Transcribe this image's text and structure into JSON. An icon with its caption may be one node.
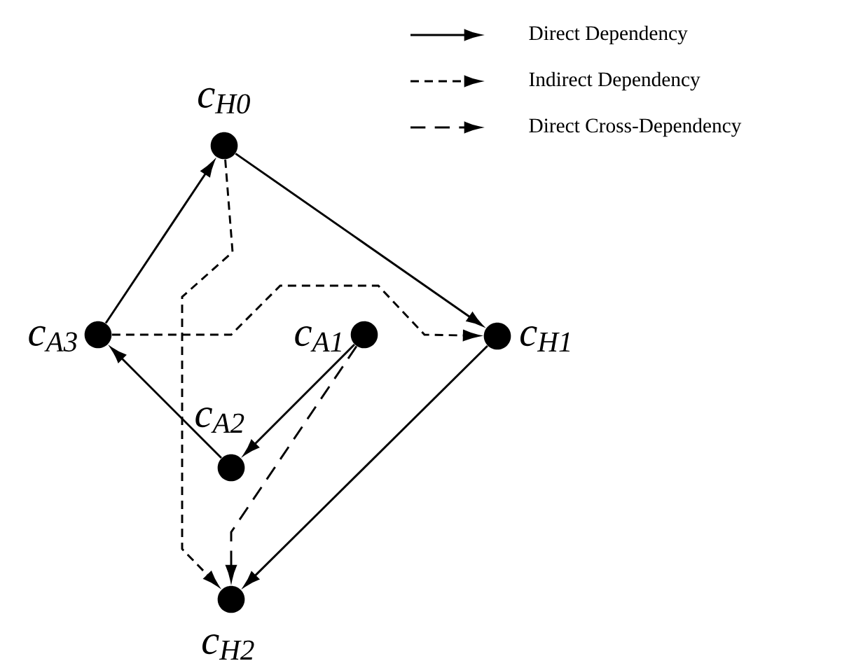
{
  "diagram": {
    "nodes": [
      {
        "text": [],
        "shape": "circle",
        "beside": [
          "c$_{H0}$"
        ]
      },
      {
        "text": [],
        "shape": "circle",
        "beside": [
          "c$_{A3}$"
        ]
      },
      {
        "text": [],
        "shape": "circle",
        "beside": [
          "c$_{A1}$"
        ]
      },
      {
        "text": [],
        "shape": "circle",
        "beside": [
          "c$_{H1}$"
        ]
      },
      {
        "text": [],
        "shape": "circle",
        "beside": [
          "c$_{A2}$"
        ]
      },
      {
        "text": [],
        "shape": "circle",
        "beside": [
          "c$_{H2}$"
        ]
      }
    ],
    "edges": [
      {
        "from": 1,
        "to": 0,
        "arrow": "to"
      },
      {
        "from": 0,
        "to": 3,
        "arrow": "to"
      },
      {
        "from": 3,
        "to": 5,
        "arrow": "to"
      },
      {
        "from": 4,
        "to": 1,
        "arrow": "to"
      },
      {
        "from": 2,
        "to": 4,
        "arrow": "to"
      },
      {
        "from": 0,
        "to": 5,
        "arrow": "to",
        "style": "dashed"
      },
      {
        "from": 1,
        "to": 3,
        "arrow": "to",
        "style": "dashed"
      },
      {
        "from": 2,
        "to": 5,
        "arrow": "to",
        "style": "dashed"
      }
    ],
    "legend": [
      {
        "text": "Direct Dependency"
      },
      {
        "text": "Indirect Dependency"
      },
      {
        "text": "Direct Cross-Dependency"
      }
    ]
  }
}
